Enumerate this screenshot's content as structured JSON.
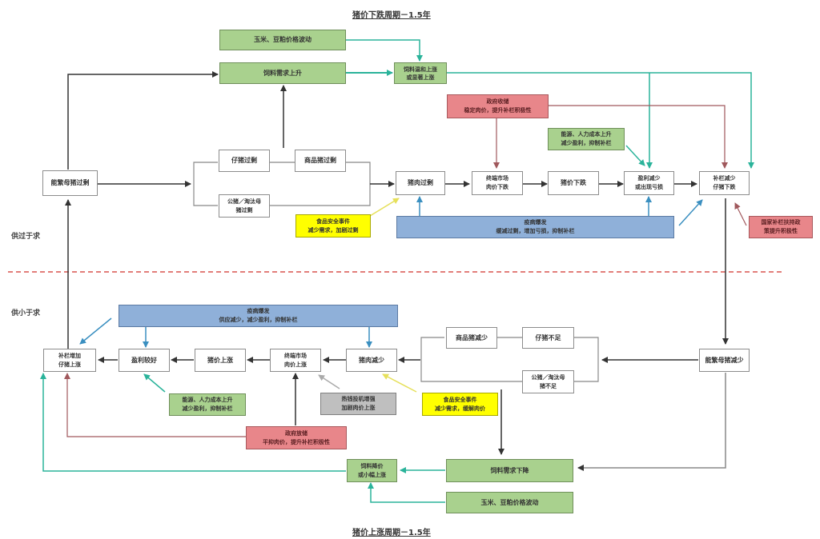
{
  "titles": {
    "top": "猪价下跌周期－1.5年",
    "bottom": "猪价上涨周期－1.5年"
  },
  "zones": {
    "upper": "供过于求",
    "lower": "供小于求"
  },
  "colors": {
    "factor_green": "#a9d18e",
    "policy_red": "#e8868a",
    "disease_blue": "#8fb0d9",
    "food_safety_yellow": "#ffff00",
    "speculation_gray": "#bfbfbf",
    "arrow_teal": "#2ab39a",
    "arrow_black": "#333333",
    "arrow_red": "#a0585c",
    "divider_red": "#d9534f"
  },
  "upper": {
    "corn_soy": "玉米、豆粕价格波动",
    "feed_demand_up": "饲料需求上升",
    "feed_price_up": "饲料温和上涨\n或显著上涨",
    "gov_purchase": "政府收储\n稳定肉价，提升补栏积极性",
    "energy_labor": "能源、人力成本上升\n减少盈利，抑制补栏",
    "sow_excess": "能繁母猪过剩",
    "piglet_excess": "仔猪过剩",
    "commercial_pig_excess": "商品猪过剩",
    "boar_sow_excess": "公猪／淘汰母\n猪过剩",
    "pork_excess": "猪肉过剩",
    "terminal_market_down": "终端市场\n肉价下跌",
    "hog_price_down": "猪价下跌",
    "profit_down": "盈利减少\n或出现亏损",
    "restock_down": "补栏减少\n仔猪下跌",
    "food_safety": "食品安全事件\n减少需求，加剧过剩",
    "epidemic": "疫病爆发\n缓减过剩，增加亏损，抑制补栏",
    "state_support": "国家补栏扶持政\n策提升积极性"
  },
  "lower": {
    "epidemic": "疫病爆发\n供应减少，减少盈利，抑制补栏",
    "restock_up": "补栏增加\n仔猪上涨",
    "profit_good": "盈利较好",
    "hog_price_up": "猪价上涨",
    "terminal_market_up": "终端市场\n肉价上涨",
    "pork_shortage": "猪肉减少",
    "commercial_pig_shortage": "商品猪减少",
    "piglet_shortage": "仔猪不足",
    "boar_sow_shortage": "公猪／淘汰母\n猪不足",
    "sow_shortage": "能繁母猪减少",
    "energy_labor": "能源、人力成本上升\n减少盈利，抑制补栏",
    "speculation": "热钱投机增强\n加剧肉价上涨",
    "food_safety": "食品安全事件\n减少需求，缓解肉价",
    "gov_release": "政府放储\n平抑肉价，提升补栏积极性",
    "feed_demand_down": "饲料需求下降",
    "feed_price_down": "饲料降价\n或小幅上涨",
    "corn_soy": "玉米、豆粕价格波动"
  }
}
